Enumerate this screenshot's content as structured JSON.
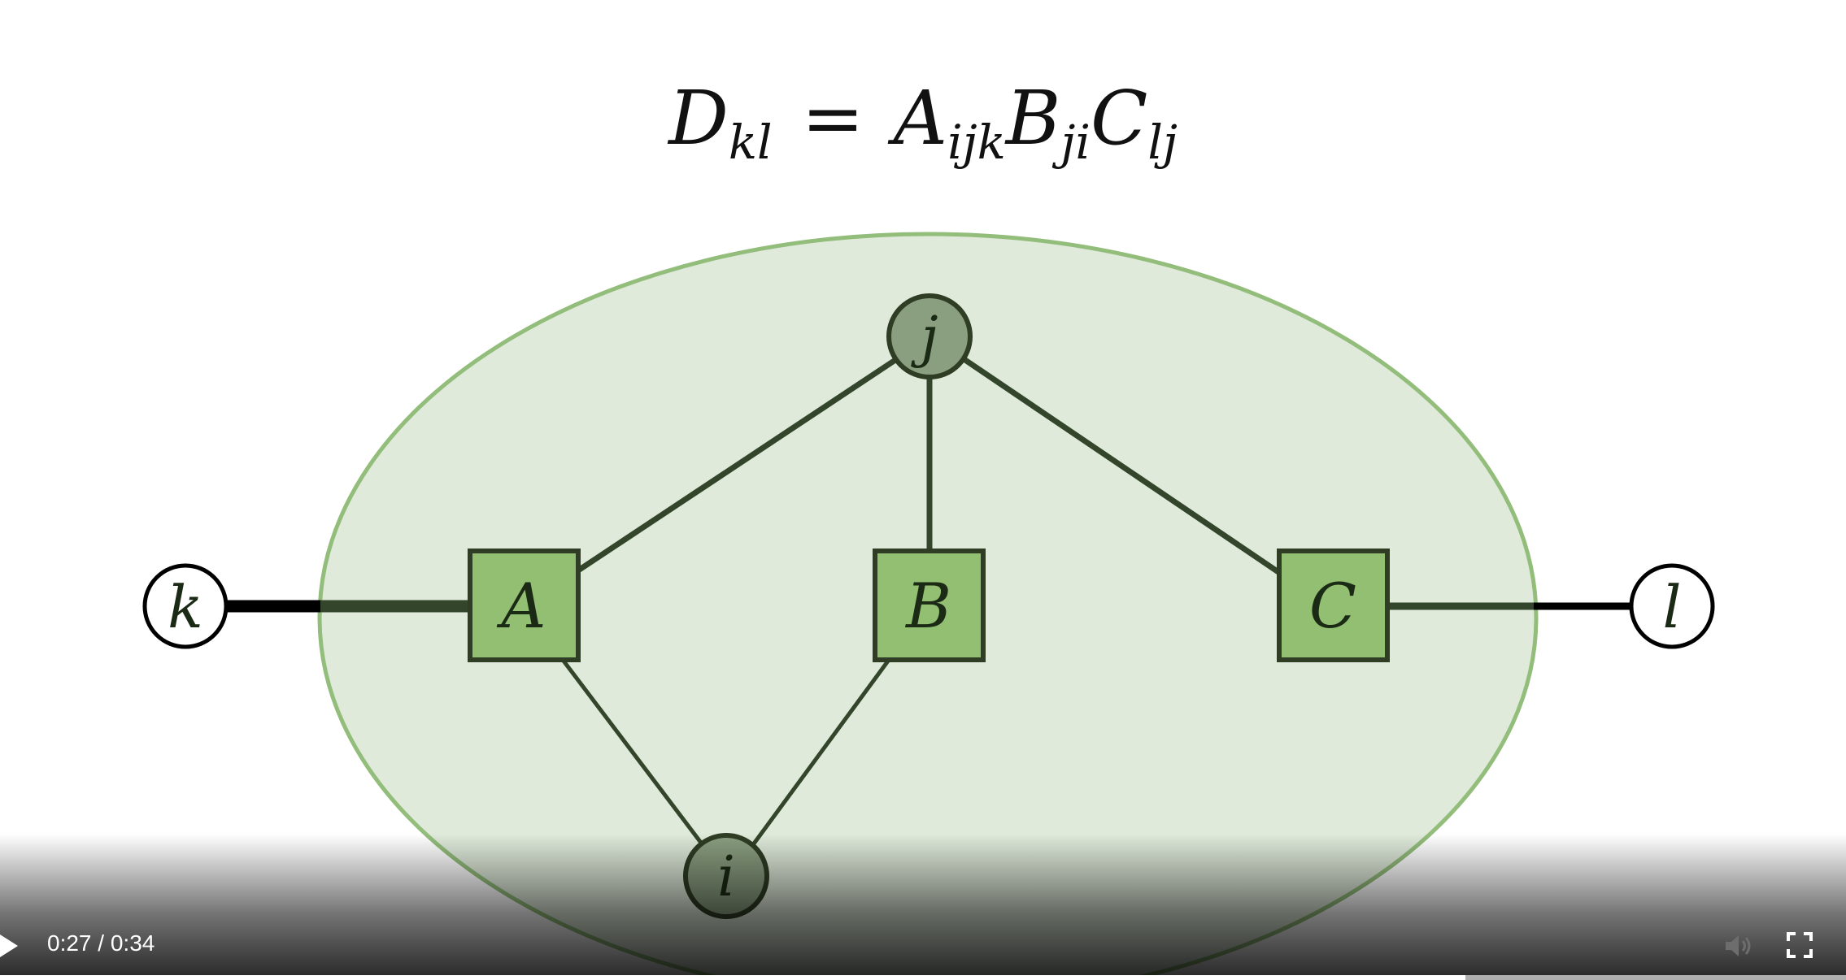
{
  "equation": {
    "lhs_symbol": "D",
    "lhs_sub": "kl",
    "equals": "=",
    "terms": [
      {
        "symbol": "A",
        "sub": "ijk"
      },
      {
        "symbol": "B",
        "sub": "ji"
      },
      {
        "symbol": "C",
        "sub": "lj"
      }
    ]
  },
  "diagram": {
    "tensors": [
      {
        "id": "A",
        "label": "A"
      },
      {
        "id": "B",
        "label": "B"
      },
      {
        "id": "C",
        "label": "C"
      }
    ],
    "contracted_indices": [
      {
        "id": "j",
        "label": "j"
      },
      {
        "id": "i",
        "label": "i"
      }
    ],
    "free_indices": [
      {
        "id": "k",
        "label": "k"
      },
      {
        "id": "l",
        "label": "l"
      }
    ],
    "edges": [
      [
        "k",
        "A"
      ],
      [
        "A",
        "j"
      ],
      [
        "A",
        "i"
      ],
      [
        "B",
        "j"
      ],
      [
        "B",
        "i"
      ],
      [
        "C",
        "j"
      ],
      [
        "C",
        "l"
      ]
    ],
    "colors": {
      "ellipse_fill": "#dfeada",
      "ellipse_stroke": "#93bd7b",
      "tensor_fill": "#93bf73",
      "tensor_stroke": "#2f3d24",
      "index_fill": "#8a9e80",
      "edge": "#33452a"
    }
  },
  "player": {
    "current_time": "0:27",
    "duration": "0:34",
    "separator": " / ",
    "progress_fraction": 0.794,
    "buffered_fraction": 1.0
  }
}
